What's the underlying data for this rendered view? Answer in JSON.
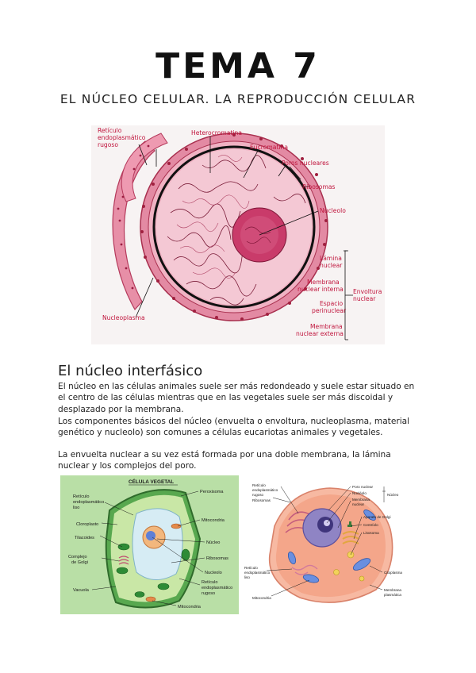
{
  "header": {
    "title": "TEMA 7",
    "subtitle": "EL NÚCLEO CELULAR. LA REPRODUCCIÓN CELULAR"
  },
  "nucleus_figure": {
    "labels": {
      "rer": [
        "Retículo",
        "endoplasmático",
        "rugoso"
      ],
      "heterochromatin": "Heterocromatina",
      "euchromatin": "Eucromatina",
      "pores": "Poros nucleares",
      "ribosomes": "Ribosomas",
      "nucleolus": "Nucleolo",
      "nucleoplasm": "Nucleoplasma",
      "lamina": [
        "Lámina",
        "nuclear"
      ],
      "inner_membrane": [
        "Membrana",
        "nuclear interna"
      ],
      "space": [
        "Espacio",
        "perinuclear"
      ],
      "outer_membrane": [
        "Membrana",
        "nuclear externa"
      ],
      "envelope": [
        "Envoltura",
        "nuclear"
      ]
    }
  },
  "section": {
    "heading": "El núcleo interfásico",
    "paragraphs": [
      "El núcleo en las células animales suele ser más redondeado y suele estar situado en el centro de las células mientras que en las vegetales suele ser más discoidal y desplazado por la membrana.",
      "Los componentes básicos del núcleo (envuelta o envoltura, nucleoplasma, material genético y nucleolo) son comunes a células eucariotas animales y vegetales.",
      "La envuelta nuclear a su vez está formada por una doble membrana, la lámina nuclear y los complejos del poro."
    ]
  },
  "plant_cell": {
    "title": "CÉLULA VEGETAL",
    "labels": {
      "rer": [
        "Retículo",
        "endoplasmático",
        "liso"
      ],
      "chloroplast": "Cloroplasto",
      "tilacoides": "Tilacoides",
      "golgi": [
        "Complejo",
        "de Golgi"
      ],
      "vacuole": "Vacuola",
      "peroxisome": "Peroxisoma",
      "mitochondria": "Mitocondria",
      "nucleus": "Núcleo",
      "ribosomes": "Ribosomas",
      "nucleolus": "Nucleolo",
      "rer_rough": [
        "Retículo",
        "endoplasmático",
        "rugoso"
      ],
      "mito_bottom": "Mitocondria"
    },
    "colors": {
      "background": "#b9dfa6",
      "wall": "#3a8f3a"
    }
  },
  "animal_cell": {
    "labels": {
      "rer": [
        "Retículo",
        "endoplasmático",
        "rugoso"
      ],
      "ribosomes": "Ribosomas",
      "pore": "Poro nuclear",
      "nucleolus": "Nucléolo",
      "membrane": [
        "Membrana",
        "nuclear"
      ],
      "nucleus": "Núcleo",
      "golgi": "Aparato de Golgi",
      "centriole": "Centríolo",
      "lysosome": "Lisosoma",
      "ser": [
        "Retículo",
        "endoplasmático",
        "liso"
      ],
      "mitochondria": "Mitocondria",
      "cytoplasm": "Citoplasma",
      "plasma_membrane": [
        "Membrana",
        "plasmática"
      ]
    }
  }
}
